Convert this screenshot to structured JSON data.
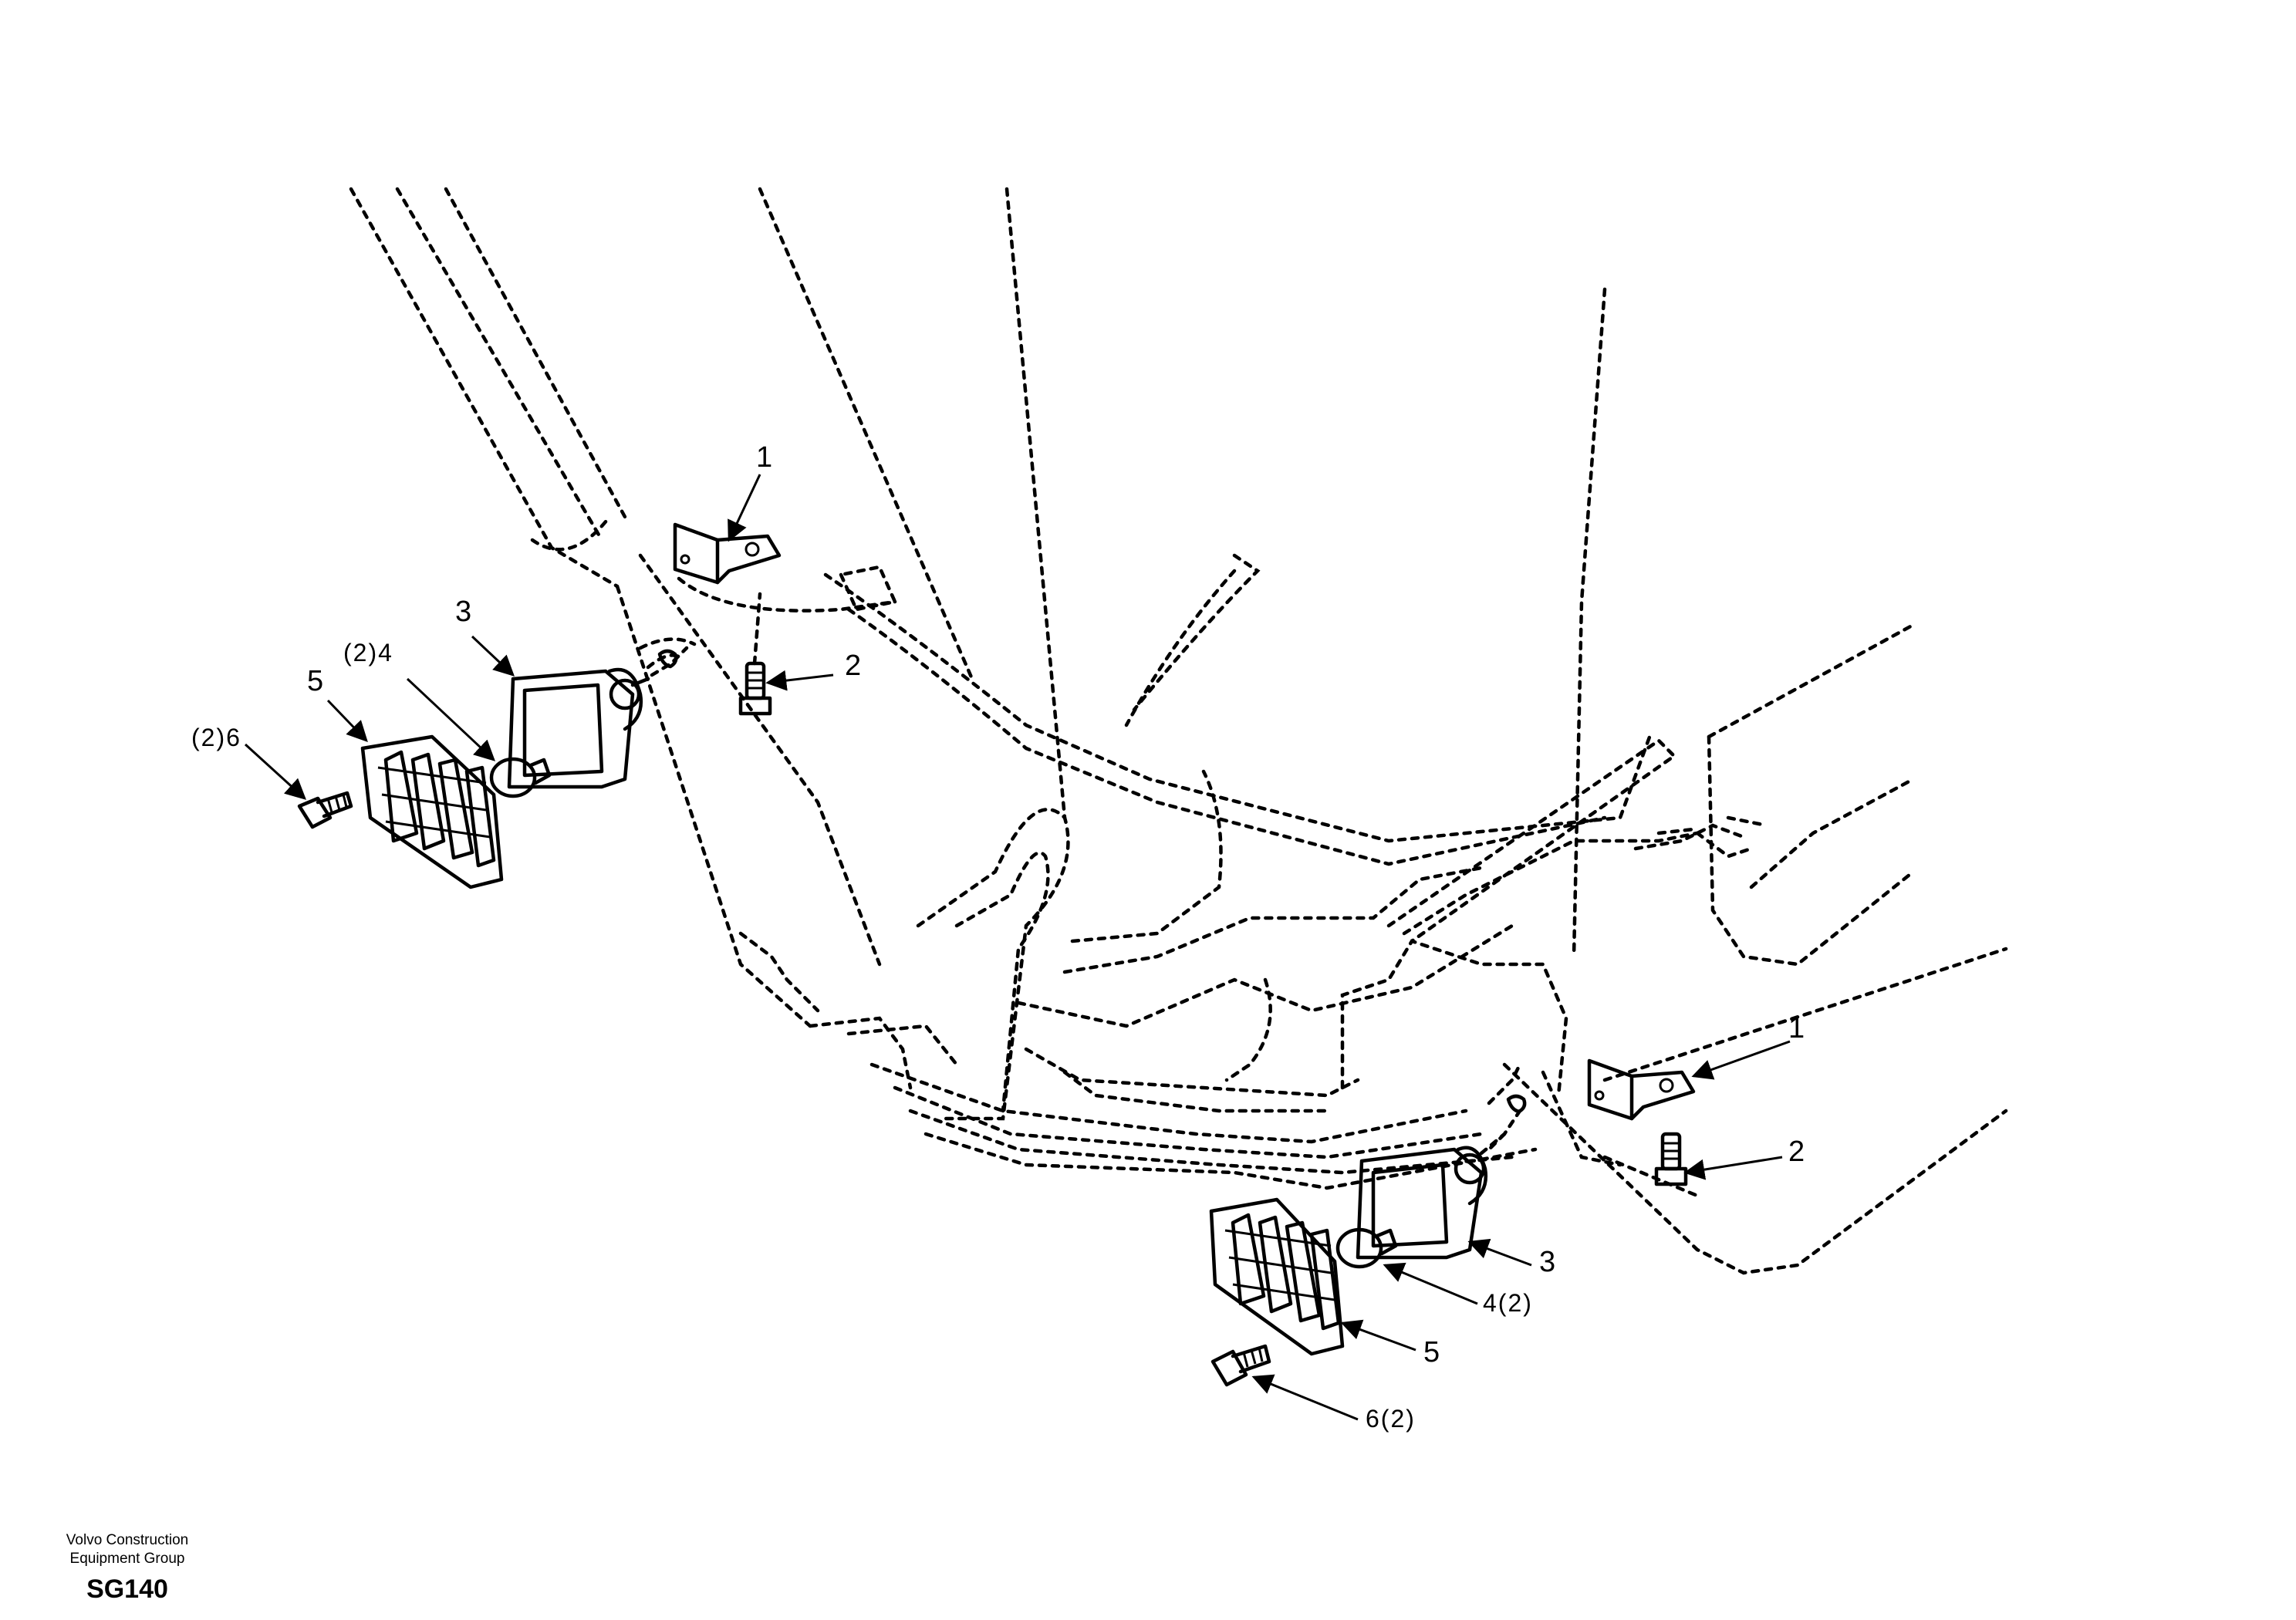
{
  "callouts": {
    "bracket_left": "1",
    "bracket_right": "1",
    "bolt_left": "2",
    "bolt_right": "2",
    "lamp_left": "3",
    "lamp_right": "3",
    "bulb_left": "(2)4",
    "bulb_right": "4(2)",
    "guard_left": "5",
    "guard_right": "5",
    "screw_left": "(2)6",
    "screw_right": "6(2)"
  },
  "footer": {
    "brand_line1": "Volvo Construction",
    "brand_line2": "Equipment Group",
    "code": "SG140"
  }
}
